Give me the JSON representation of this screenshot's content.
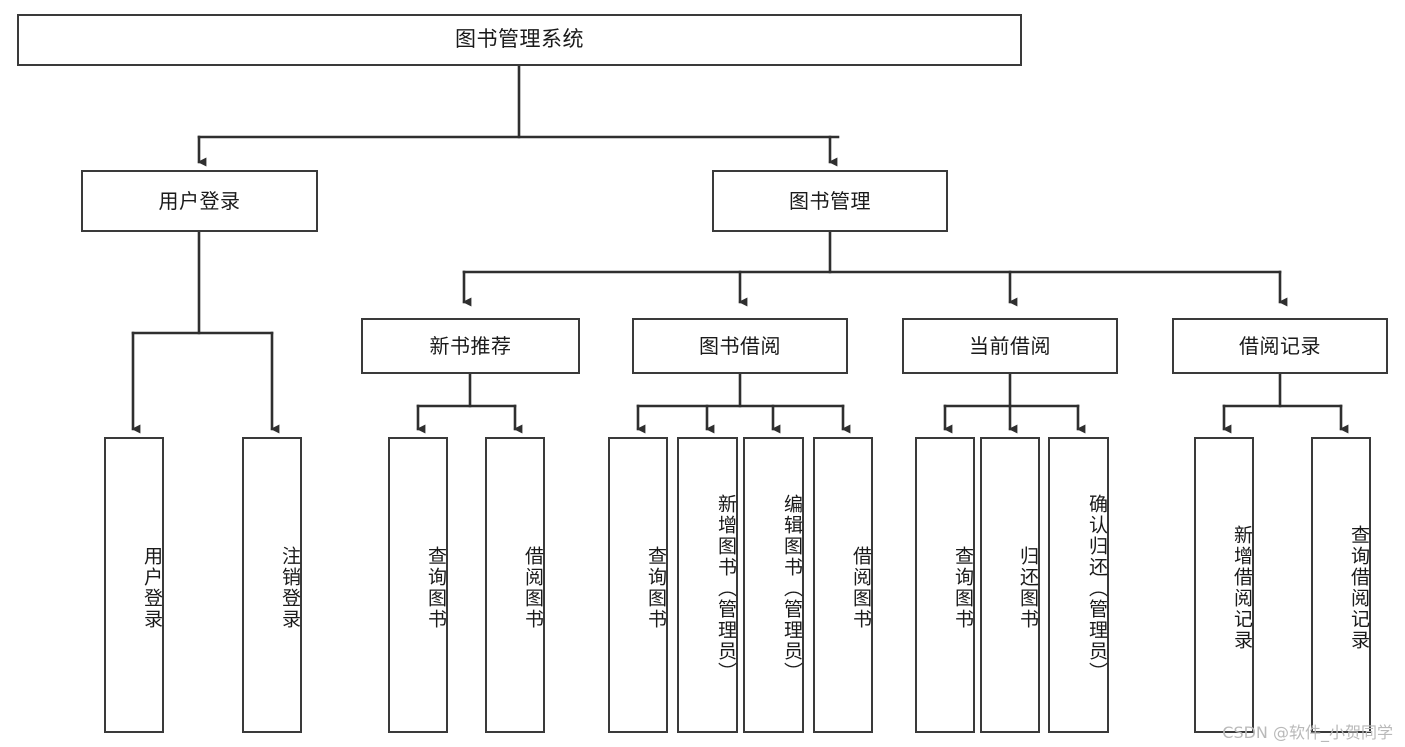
{
  "diagram": {
    "title": "图书管理系统",
    "type": "function-structure-tree",
    "colors": {
      "box_border": "#3a3a3a",
      "box_fill": "#ffffff",
      "connector": "#2f2f2f",
      "text": "#1a1a1a",
      "watermark": "#b9b9b9",
      "background": "#ffffff"
    },
    "root": {
      "label": "图书管理系统"
    },
    "level2": [
      {
        "id": "user-login",
        "label": "用户登录"
      },
      {
        "id": "book-manage",
        "label": "图书管理"
      }
    ],
    "level3": [
      {
        "id": "new-book-recommend",
        "label": "新书推荐"
      },
      {
        "id": "book-borrow",
        "label": "图书借阅"
      },
      {
        "id": "current-borrow",
        "label": "当前借阅"
      },
      {
        "id": "borrow-record",
        "label": "借阅记录"
      }
    ],
    "leaves": {
      "user_login": [
        {
          "id": "leaf-user-login",
          "label": "用户登录"
        },
        {
          "id": "leaf-logout-login",
          "label": "注销登录"
        }
      ],
      "new_book_recommend": [
        {
          "id": "leaf-query-book-1",
          "label": "查询图书"
        },
        {
          "id": "leaf-borrow-book-1",
          "label": "借阅图书"
        }
      ],
      "book_borrow": [
        {
          "id": "leaf-query-book-2",
          "label": "查询图书"
        },
        {
          "id": "leaf-add-book",
          "label": "新增图书（管理员）"
        },
        {
          "id": "leaf-edit-book",
          "label": "编辑图书（管理员）"
        },
        {
          "id": "leaf-borrow-book-2",
          "label": "借阅图书"
        }
      ],
      "current_borrow": [
        {
          "id": "leaf-query-book-3",
          "label": "查询图书"
        },
        {
          "id": "leaf-return-book",
          "label": "归还图书"
        },
        {
          "id": "leaf-confirm-return",
          "label": "确认归还（管理员）"
        }
      ],
      "borrow_record": [
        {
          "id": "leaf-add-record",
          "label": "新增借阅记录"
        },
        {
          "id": "leaf-query-record",
          "label": "查询借阅记录"
        }
      ]
    }
  },
  "watermark": {
    "text": "CSDN @软件_小贺同学"
  }
}
